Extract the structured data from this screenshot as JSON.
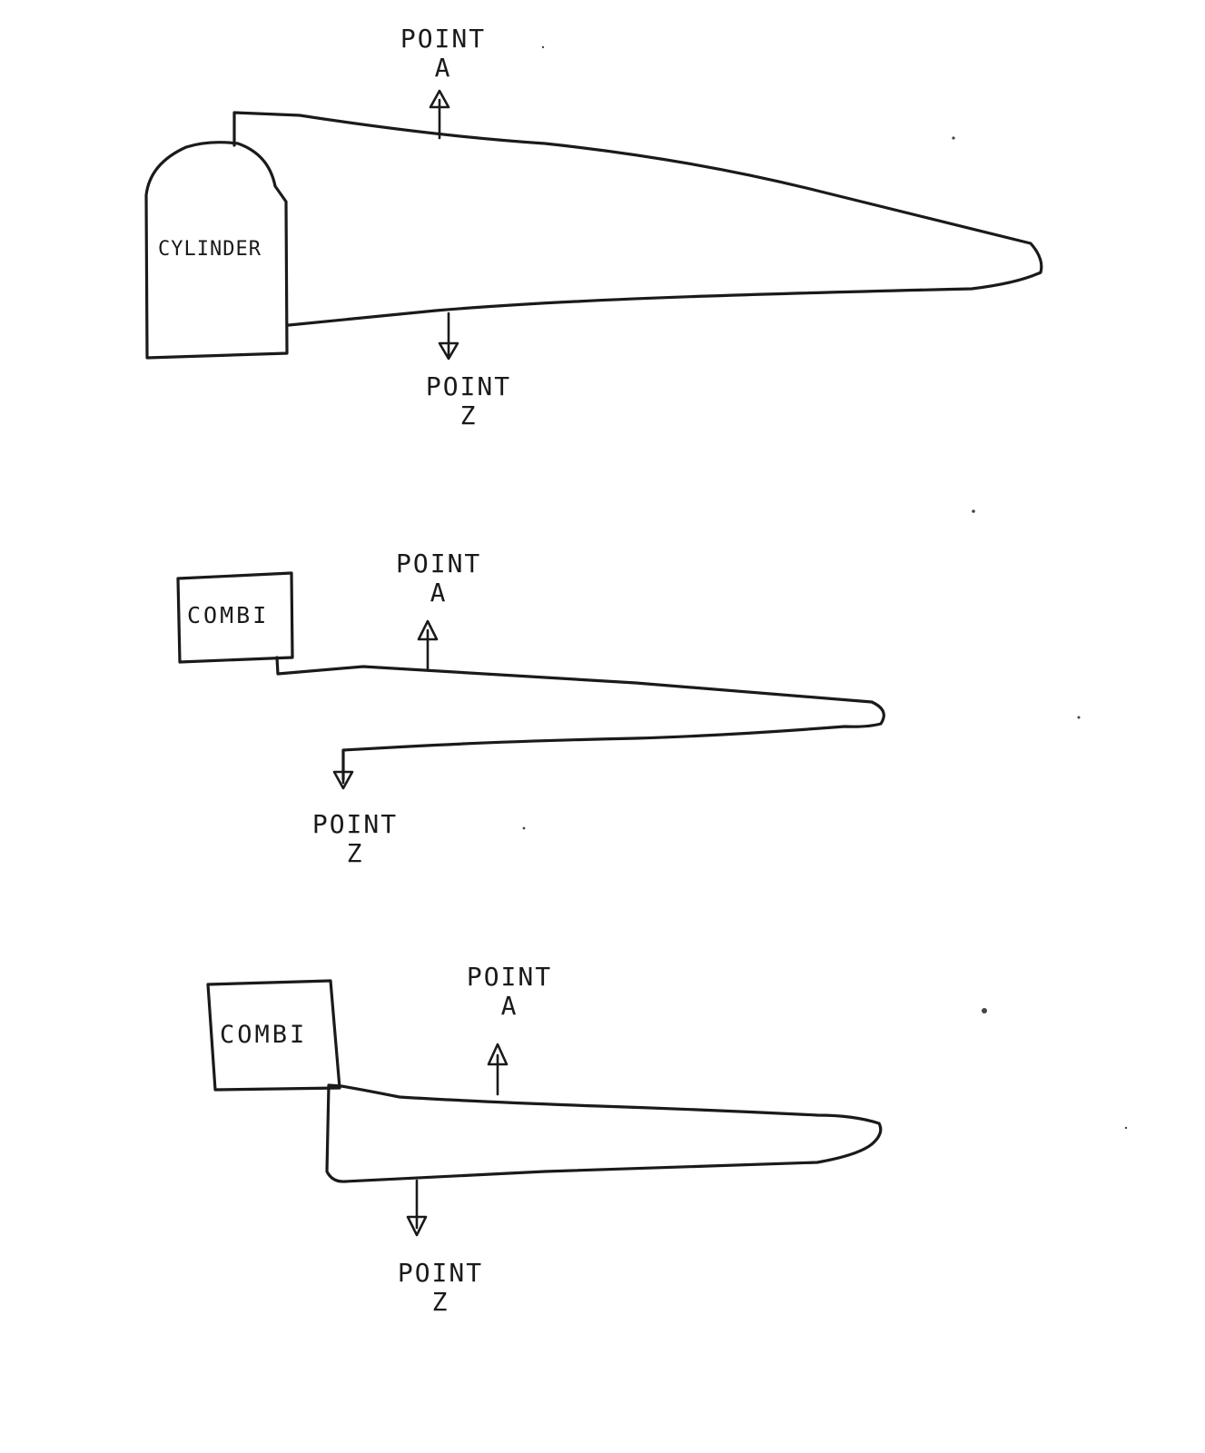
{
  "diagrams": [
    {
      "source_label": "CYLINDER",
      "top_label": [
        "POINT",
        "A"
      ],
      "bottom_label": [
        "POINT",
        "Z"
      ]
    },
    {
      "source_label": "COMBI",
      "top_label": [
        "POINT",
        "A"
      ],
      "bottom_label": [
        "POINT",
        "Z"
      ]
    },
    {
      "source_label": "COMBI",
      "top_label": [
        "POINT",
        "A"
      ],
      "bottom_label": [
        "POINT",
        "Z"
      ]
    }
  ],
  "colors": {
    "ink": "#1a1a1a",
    "paper": "#ffffff"
  }
}
